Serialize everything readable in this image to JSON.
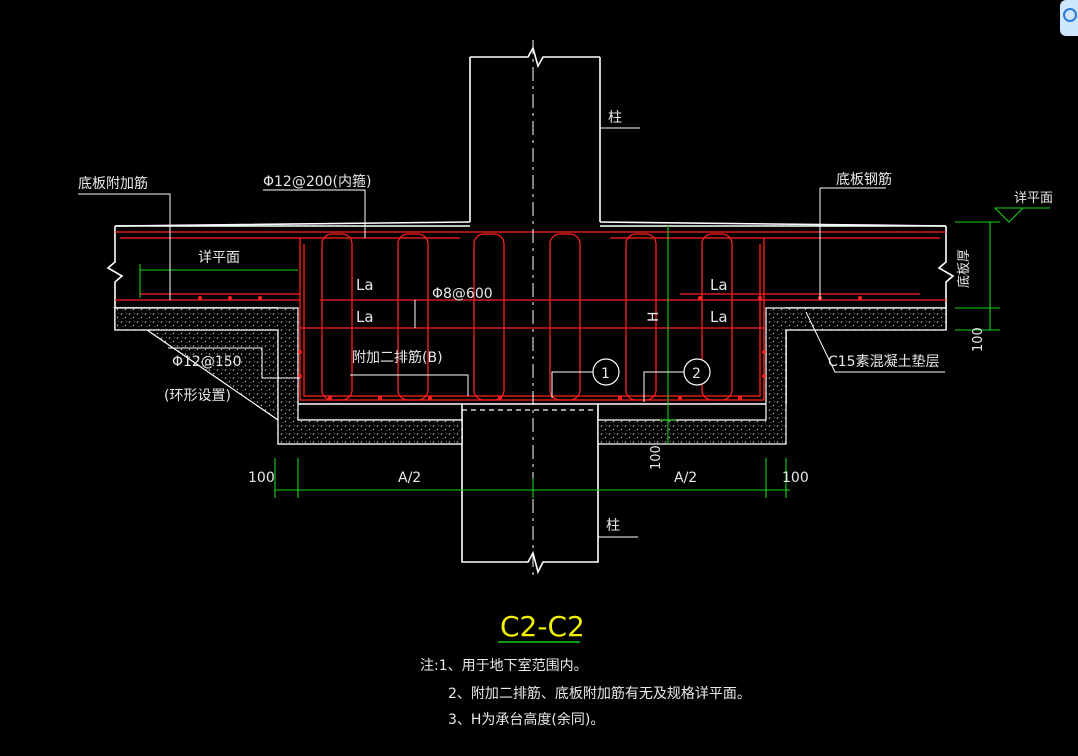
{
  "drawing": {
    "title": "C2-C2",
    "labels": {
      "column_top": "柱",
      "column_bottom": "柱",
      "slab_extra_bar": "底板附加筋",
      "stirrup_inner": "Φ12@200(内箍)",
      "slab_rebar": "底板钢筋",
      "detail_plan_right": "详平面",
      "detail_plan_left": "详平面",
      "slab_thickness": "底板厚",
      "anchor_la_1": "La",
      "anchor_la_2": "La",
      "anchor_la_3": "La",
      "anchor_la_4": "La",
      "tie_bar": "Φ8@600",
      "height_h": "H",
      "ring_bar": "Φ12@150",
      "ring_note": "(环形设置)",
      "extra_row_bar": "附加二排筋(B)",
      "callout_1": "1",
      "callout_2": "2",
      "cushion": "C15素混凝土垫层",
      "dim_100_right": "100",
      "dim_100_mid": "100",
      "dim_100_left_bottom": "100",
      "dim_a2_left": "A/2",
      "dim_a2_right": "A/2",
      "dim_100_right_bottom": "100"
    },
    "notes": [
      "注:1、用于地下室范围内。",
      "2、附加二排筋、底板附加筋有无及规格详平面。",
      "3、H为承台高度(余同)。"
    ],
    "colors": {
      "background": "#000000",
      "outline": "#ffffff",
      "rebar": "#ff2020",
      "dimension": "#19d019",
      "title": "#f0f000",
      "text": "#e8e8e8"
    }
  }
}
